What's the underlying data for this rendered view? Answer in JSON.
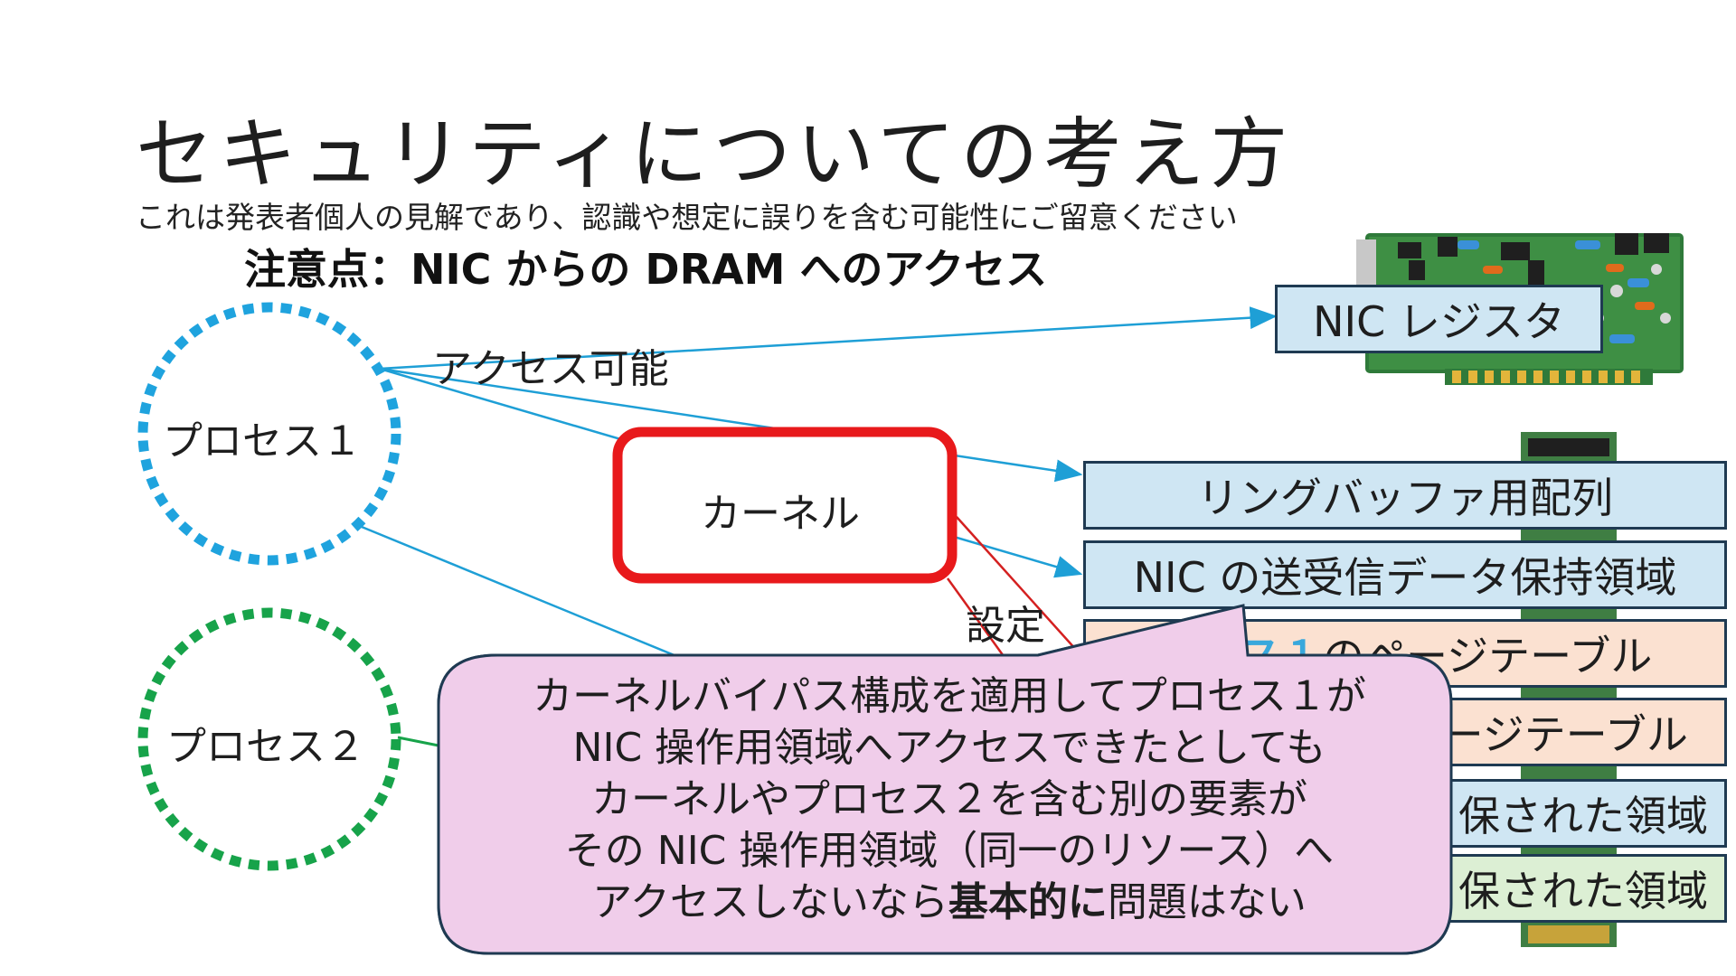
{
  "title": "セキュリティについての考え方",
  "subtitle": "これは発表者個人の見解であり、認識や想定に誤りを含む可能性にご留意ください",
  "heading": "注意点：NIC からの DRAM へのアクセス",
  "process1": "プロセス１",
  "process2": "プロセス２",
  "kernel": "カーネル",
  "access_label": "アクセス可能",
  "setting_label": "設定",
  "nic_register": "NIC レジスタ",
  "ring_buffer": "リングバッファ用配列",
  "nic_data_area": "NIC の送受信データ保持領域",
  "page_table_1_visible_prefix": "ス１",
  "page_table_1_visible": "のページテーブル",
  "page_table_2_visible": "ージテーブル",
  "reserved_1_visible": "保された領域",
  "reserved_2_visible": "保された領域",
  "callout": {
    "line1": "カーネルバイパス構成を適用してプロセス１が",
    "line2": "NIC 操作用領域へアクセスできたとしても",
    "line3": "カーネルやプロセス２を含む別の要素が",
    "line4": "その NIC 操作用領域（同一のリソース）へ",
    "line5_a": "アクセスしないなら",
    "line5_b": "基本的に",
    "line5_c": "問題はない"
  },
  "colors": {
    "process1": "#1fa3de",
    "process2": "#17a34a",
    "kernel_border": "#e8191b",
    "arrow": "#1e9fd6",
    "kernel_line": "#d42020",
    "callout_fill": "#f0cdea",
    "callout_border": "#1f3a52",
    "box_blue": "#cfe6f3",
    "box_peach": "#fbe1d1",
    "box_green": "#dcefd4"
  },
  "icons": [
    "nic-card-illustration",
    "dram-module-illustration"
  ]
}
